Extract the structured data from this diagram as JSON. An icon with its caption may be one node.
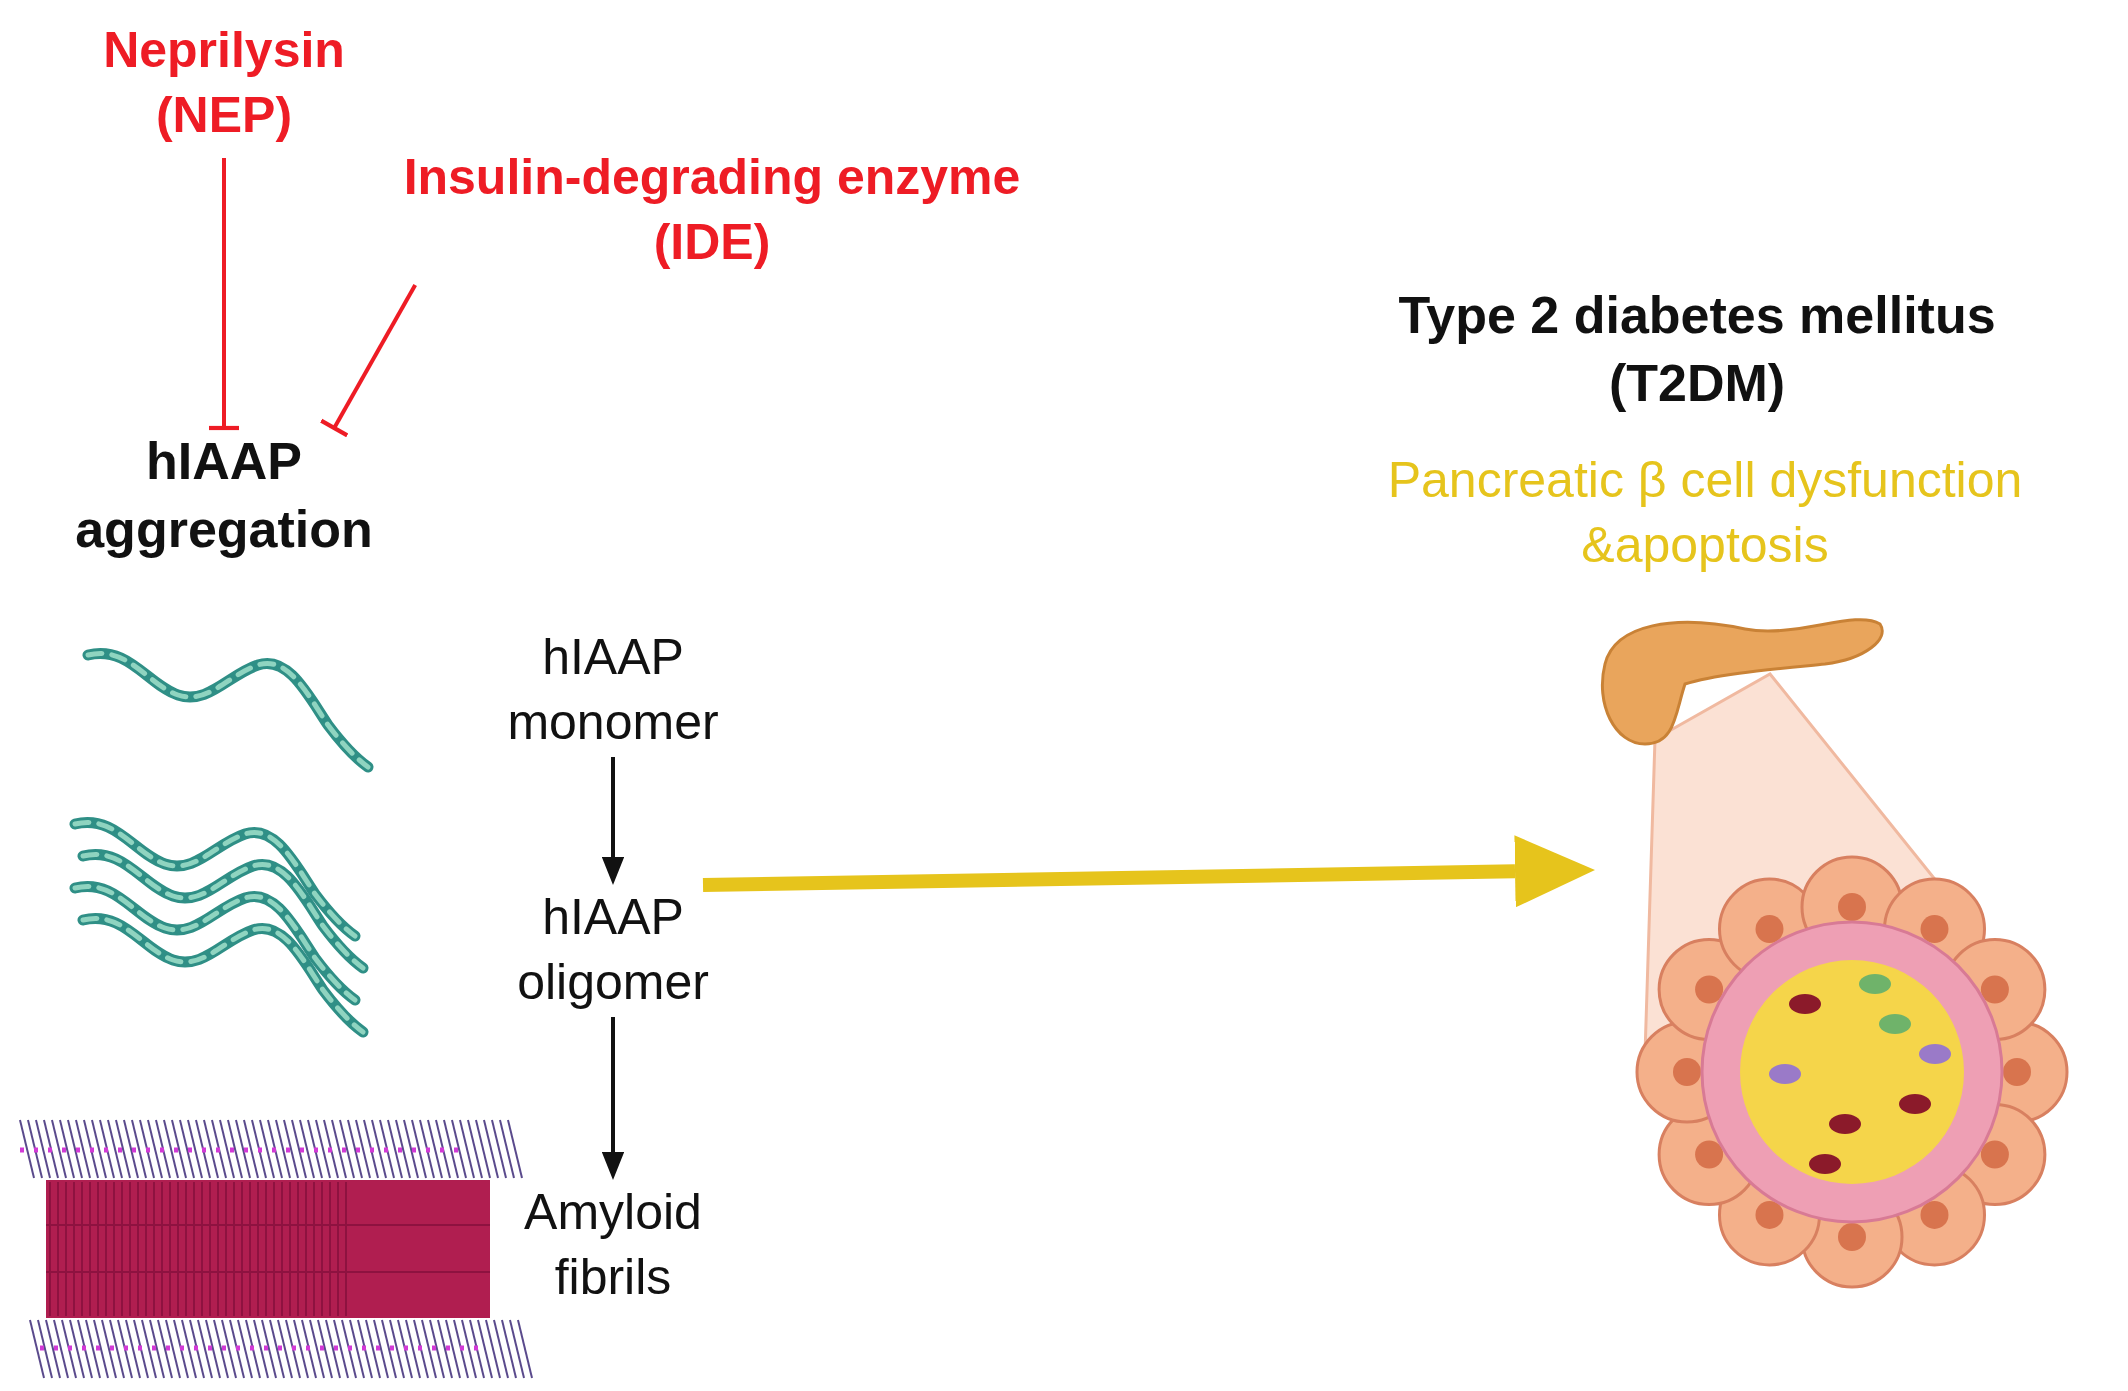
{
  "diagram": {
    "nodes": [
      {
        "text": [
          "Neprilysin (NEP)"
        ]
      },
      {
        "text": [
          "Insulin-degrading enzyme (IDE)"
        ]
      },
      {
        "text": [
          "hIAAP aggregation"
        ]
      },
      {
        "text": [
          "hIAAP monomer"
        ]
      },
      {
        "text": [
          "hIAAP oligomer"
        ]
      },
      {
        "text": [
          "Amyloid fibrils"
        ]
      },
      {
        "text": [],
        "shape": "picture"
      }
    ],
    "edges": [
      {
        "from": 0,
        "to": 2,
        "arrow": "other",
        "color": "#ee1c25"
      },
      {
        "from": 1,
        "to": 2,
        "arrow": "other",
        "color": "#ee1c25"
      },
      {
        "from": 3,
        "to": 4,
        "arrow": "to",
        "color": "#111111"
      },
      {
        "from": 4,
        "to": 5,
        "arrow": "to",
        "color": "#111111"
      },
      {
        "from": 4,
        "to": 6,
        "arrow": "to",
        "style": "thick",
        "color": "#e6c41c"
      }
    ],
    "labels": [
      "Type 2 diabetes mellitus (T2DM)",
      "Pancreatic β cell dysfunction &apoptosis"
    ]
  }
}
